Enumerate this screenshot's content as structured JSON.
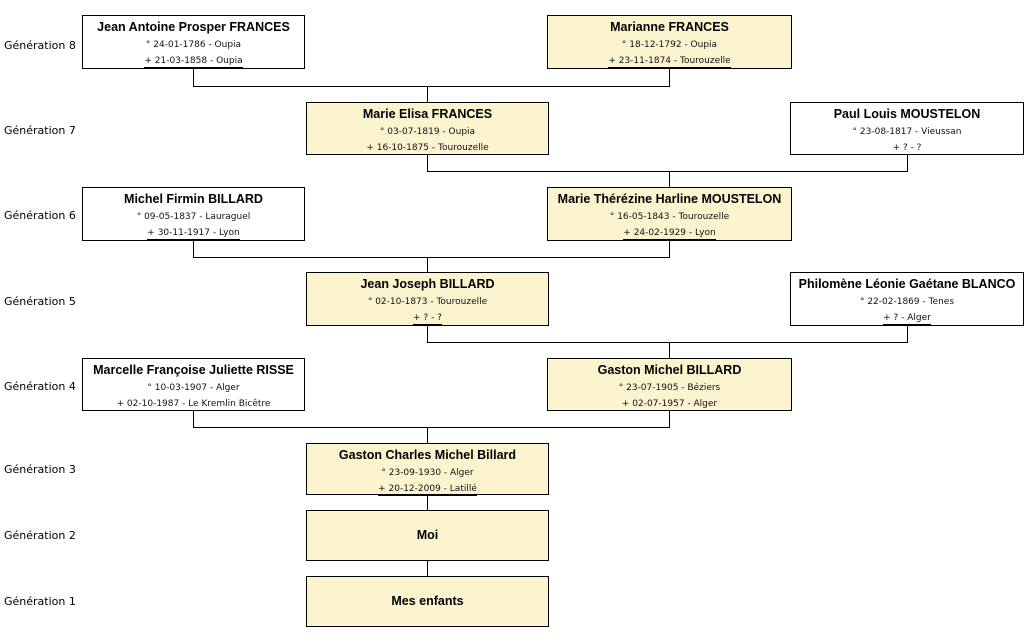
{
  "generations": [
    "Génération 8",
    "Génération 7",
    "Génération 6",
    "Génération 5",
    "Génération 4",
    "Génération 3",
    "Génération 2",
    "Génération 1"
  ],
  "persons": {
    "g8_left": {
      "name": "Jean Antoine Prosper FRANCES",
      "birth": "° 24-01-1786 - Oupia",
      "death": "+ 21-03-1858 - Oupia"
    },
    "g8_right": {
      "name": "Marianne FRANCES",
      "birth": "° 18-12-1792 - Oupia",
      "death": "+ 23-11-1874 - Tourouzelle"
    },
    "g7_left": {
      "name": "Marie Elisa FRANCES",
      "birth": "° 03-07-1819 - Oupia",
      "death": "+ 16-10-1875 - Tourouzelle"
    },
    "g7_right": {
      "name": "Paul Louis MOUSTELON",
      "birth": "° 23-08-1817 - Vieussan",
      "death": "+ ? - ?"
    },
    "g6_left": {
      "name": "Michel Firmin BILLARD",
      "birth": "° 09-05-1837 - Lauraguel",
      "death": "+ 30-11-1917 - Lyon"
    },
    "g6_right": {
      "name": "Marie Thérézine Harline MOUSTELON",
      "birth": "° 16-05-1843 - Tourouzelle",
      "death": "+ 24-02-1929 - Lyon"
    },
    "g5_left": {
      "name": "Jean Joseph BILLARD",
      "birth": "° 02-10-1873 - Tourouzelle",
      "death": "+ ? - ?"
    },
    "g5_right": {
      "name": "Philomène Léonie Gaétane BLANCO",
      "birth": "° 22-02-1869 - Tenes",
      "death": "+ ? - Alger"
    },
    "g4_left": {
      "name": "Marcelle Françoise Juliette RISSE",
      "birth": "° 10-03-1907 - Alger",
      "death": "+ 02-10-1987 - Le Kremlin Bicêtre"
    },
    "g4_right": {
      "name": "Gaston Michel BILLARD",
      "birth": "° 23-07-1905 - Béziers",
      "death": "+ 02-07-1957 - Alger"
    },
    "g3": {
      "name": "Gaston Charles Michel Billard",
      "birth": "° 23-09-1930 - Alger",
      "death": "+ 20-12-2009 - Latillé"
    },
    "g2": {
      "name": "Moi"
    },
    "g1": {
      "name": "Mes enfants"
    }
  },
  "colors": {
    "highlight": "#fcf3cf",
    "plain": "#ffffff",
    "border": "#000000"
  }
}
